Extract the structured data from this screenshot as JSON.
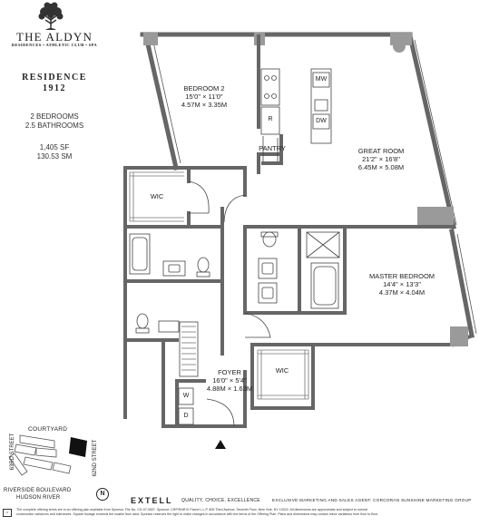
{
  "brand": {
    "name": "THE ALDYN",
    "tagline": "RESIDENCES • ATHLETIC CLUB • SPA"
  },
  "residence": {
    "title_line1": "RESIDENCE",
    "title_line2": "1912",
    "bedrooms": "2 BEDROOMS",
    "bathrooms": "2.5 BATHROOMS",
    "area_sf": "1,405 SF",
    "area_sm": "130.53 SM"
  },
  "rooms": {
    "bedroom2": {
      "name": "BEDROOM 2",
      "imperial": "15'0\" × 11'0\"",
      "metric": "4.57M × 3.35M"
    },
    "great_room": {
      "name": "GREAT ROOM",
      "imperial": "21'2\" × 16'8\"",
      "metric": "6.45M × 5.08M"
    },
    "master": {
      "name": "MASTER BEDROOM",
      "imperial": "14'4\" × 13'3\"",
      "metric": "4.37M × 4.04M"
    },
    "foyer": {
      "name": "FOYER",
      "imperial": "16'0\" × 5'4\"",
      "metric": "4.88M × 1.63M"
    },
    "pantry": "PANTRY",
    "wic": "WIC"
  },
  "fixtures": {
    "mw": "MW",
    "dw": "DW",
    "r": "R",
    "w": "W",
    "d": "D"
  },
  "keyplan": {
    "courtyard": "COURTYARD",
    "street_63": "63RD STREET",
    "street_62": "62ND STREET",
    "boulevard": "RIVERSIDE BOULEVARD",
    "river": "HUDSON RIVER",
    "north": "N"
  },
  "footer": {
    "developer": "EXTELL",
    "developer_tagline": "QUALITY, CHOICE, EXCELLENCE",
    "marketing": "EXCLUSIVE MARKETING AND SALES AGENT: CORCORAN SUNSHINE MARKETING GROUP",
    "legal_1": "The complete offering terms are in an offering plan available from Sponsor. File No. CD-07-0507. Sponsor: CRP/RAR III Parcel L L.P. 805 Third Avenue, Seventh Floor, New York, NY 10022. All dimensions are approximate and subject to normal",
    "legal_2": "construction variances and tolerances. Square footage exceeds the usable floor area. Sponsor reserves the right to make changes in accordance with the terms of the Offering Plan. Plans and dimensions may contain minor variations from floor to floor."
  },
  "colors": {
    "wall": "#666666",
    "wall_fill": "#9a9a9a",
    "line": "#444444"
  }
}
